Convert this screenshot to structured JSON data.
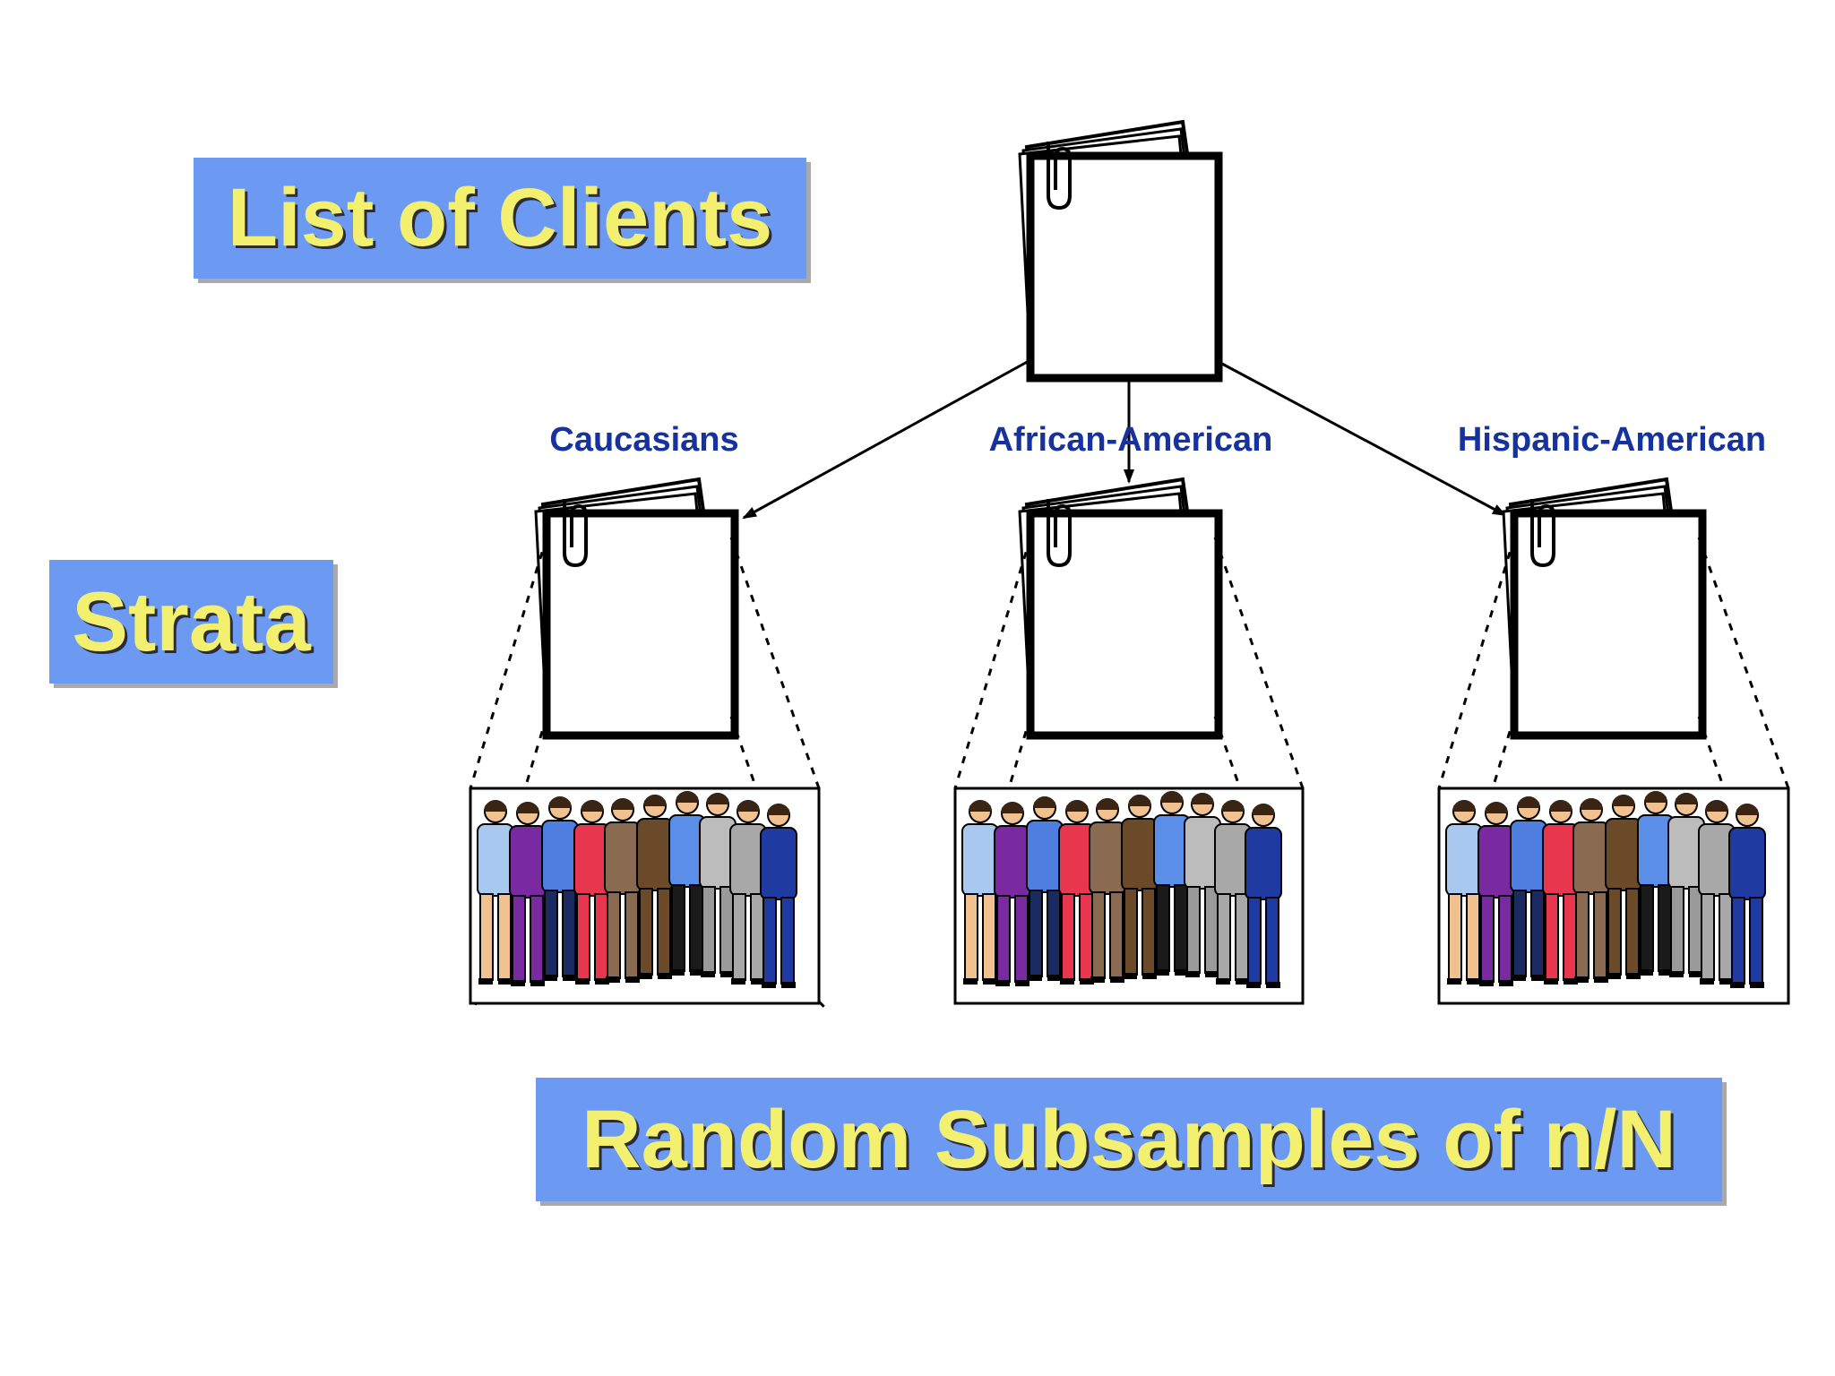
{
  "titles": {
    "list_of_clients": "List of Clients",
    "strata": "Strata",
    "random_subsamples": "Random Subsamples of n/N"
  },
  "strata": [
    {
      "label": "Caucasians"
    },
    {
      "label": "African-American"
    },
    {
      "label": "Hispanic-American"
    }
  ],
  "icons": {
    "document": "clipped-document-stack-icon",
    "people": "group-of-people-icon"
  },
  "colors": {
    "label_box": "#6c99f2",
    "label_text": "#f2f06e",
    "stratum_text": "#16329e",
    "background": "#ffffff"
  }
}
